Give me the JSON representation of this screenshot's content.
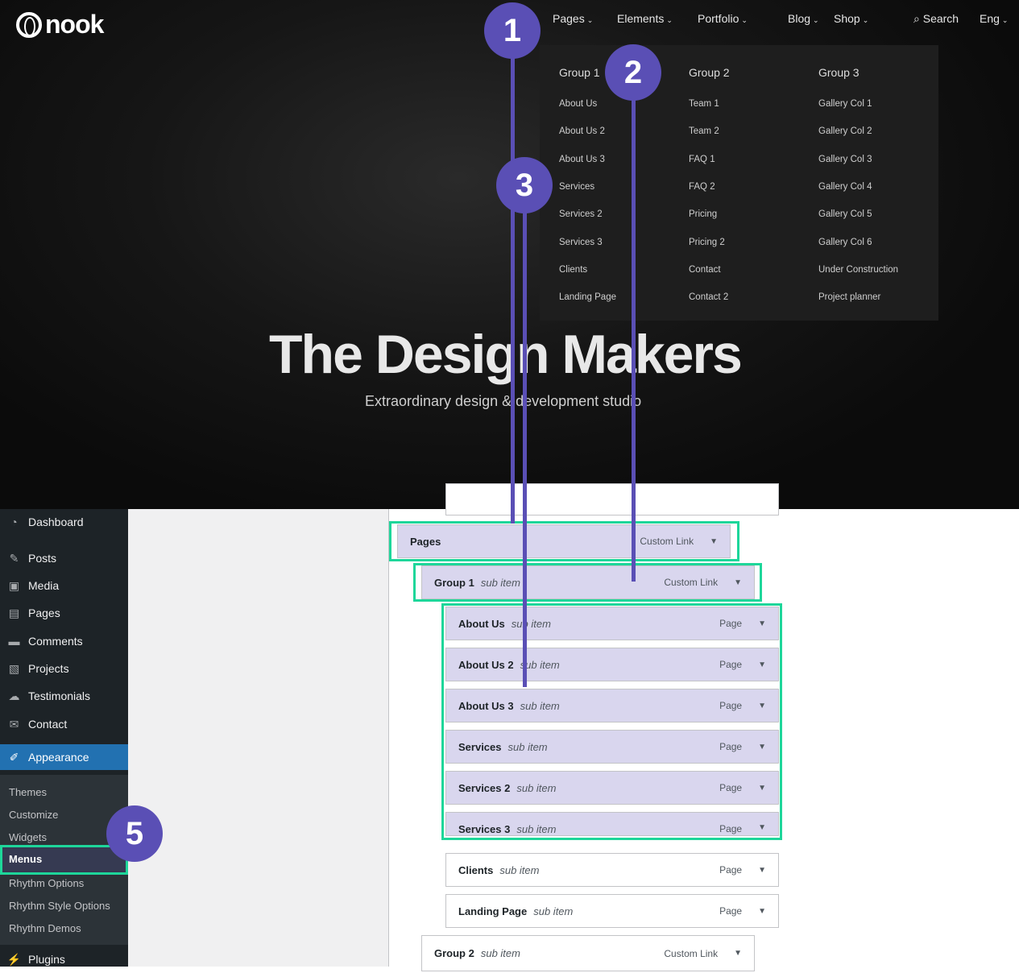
{
  "site": {
    "logo": "nook",
    "nav": [
      {
        "label": "Pages"
      },
      {
        "label": "Elements"
      },
      {
        "label": "Portfolio"
      },
      {
        "label": "Blog"
      },
      {
        "label": "Shop"
      }
    ],
    "search": "Search",
    "lang": "Eng",
    "dropdown": [
      {
        "title": "Group 1",
        "items": [
          "About Us",
          "About Us 2",
          "About Us 3",
          "Services",
          "Services 2",
          "Services 3",
          "Clients",
          "Landing Page"
        ]
      },
      {
        "title": "Group 2",
        "items": [
          "Team 1",
          "Team 2",
          "FAQ 1",
          "FAQ 2",
          "Pricing",
          "Pricing 2",
          "Contact",
          "Contact 2"
        ]
      },
      {
        "title": "Group 3",
        "items": [
          "Gallery Col 1",
          "Gallery Col 2",
          "Gallery Col 3",
          "Gallery Col 4",
          "Gallery Col 5",
          "Gallery Col 6",
          "Under Construction",
          "Project planner"
        ]
      }
    ],
    "hero_title": "The Design Makers",
    "hero_subtitle": "Extraordinary design & development studio"
  },
  "admin": {
    "menu": [
      "Dashboard",
      "Posts",
      "Media",
      "Pages",
      "Comments",
      "Projects",
      "Testimonials",
      "Contact",
      "Appearance",
      "Plugins"
    ],
    "submenu": [
      "Themes",
      "Customize",
      "Widgets",
      "Menus",
      "Rhythm Options",
      "Rhythm Style Options",
      "Rhythm Demos"
    ]
  },
  "menu_items": [
    {
      "name": "Pages",
      "sub": "",
      "type": "Custom Link"
    },
    {
      "name": "Group 1",
      "sub": "sub item",
      "type": "Custom Link"
    },
    {
      "name": "About Us",
      "sub": "sub item",
      "type": "Page"
    },
    {
      "name": "About Us 2",
      "sub": "sub item",
      "type": "Page"
    },
    {
      "name": "About Us 3",
      "sub": "sub item",
      "type": "Page"
    },
    {
      "name": "Services",
      "sub": "sub item",
      "type": "Page"
    },
    {
      "name": "Services 2",
      "sub": "sub item",
      "type": "Page"
    },
    {
      "name": "Services 3",
      "sub": "sub item",
      "type": "Page"
    },
    {
      "name": "Clients",
      "sub": "sub item",
      "type": "Page"
    },
    {
      "name": "Landing Page",
      "sub": "sub item",
      "type": "Page"
    },
    {
      "name": "Group 2",
      "sub": "sub item",
      "type": "Custom Link"
    }
  ],
  "badges": [
    "1",
    "2",
    "3",
    "5"
  ],
  "colors": {
    "badge": "#5a4fb5",
    "highlight": "#1ed69a",
    "wp_blue": "#2271b1"
  }
}
